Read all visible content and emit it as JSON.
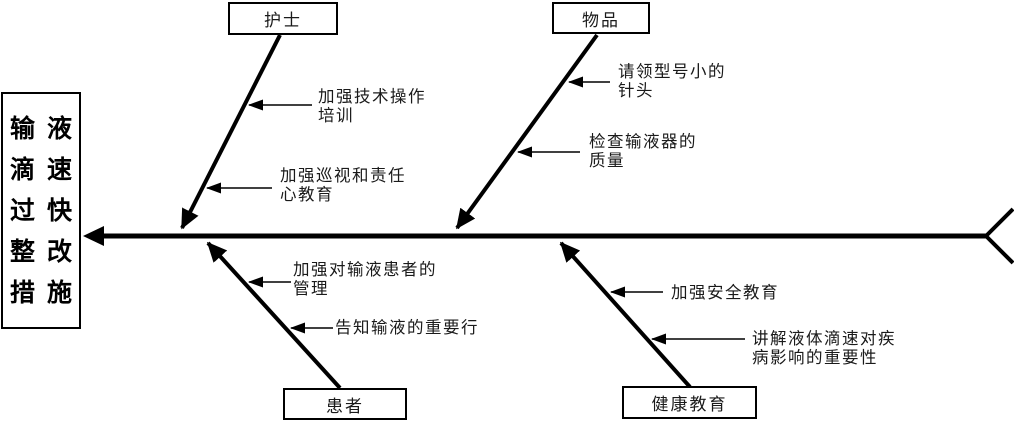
{
  "diagram": {
    "type": "fishbone",
    "background_color": "#ffffff",
    "line_color": "#000000",
    "head": {
      "title": "输液滴速过快整改措施",
      "rows": [
        [
          "输",
          "液"
        ],
        [
          "滴",
          "速"
        ],
        [
          "过",
          "快"
        ],
        [
          "整",
          "改"
        ],
        [
          "措",
          "施"
        ]
      ]
    },
    "branches": [
      {
        "name": "护士",
        "position": "top-left",
        "causes": [
          {
            "line1": "加强技术操作",
            "line2": "培训"
          },
          {
            "line1": "加强巡视和责任",
            "line2": "心教育"
          }
        ]
      },
      {
        "name": "物品",
        "position": "top-right",
        "causes": [
          {
            "line1": "请领型号小的",
            "line2": "针头"
          },
          {
            "line1": "检查输液器的",
            "line2": "质量"
          }
        ]
      },
      {
        "name": "患者",
        "position": "bottom-left",
        "causes": [
          {
            "line1": "加强对输液患者的",
            "line2": "管理"
          },
          {
            "line1": "告知输液的重要行",
            "line2": ""
          }
        ]
      },
      {
        "name": "健康教育",
        "position": "bottom-right",
        "causes": [
          {
            "line1": "加强安全教育",
            "line2": ""
          },
          {
            "line1": "讲解液体滴速对疾",
            "line2": "病影响的重要性"
          }
        ]
      }
    ]
  }
}
